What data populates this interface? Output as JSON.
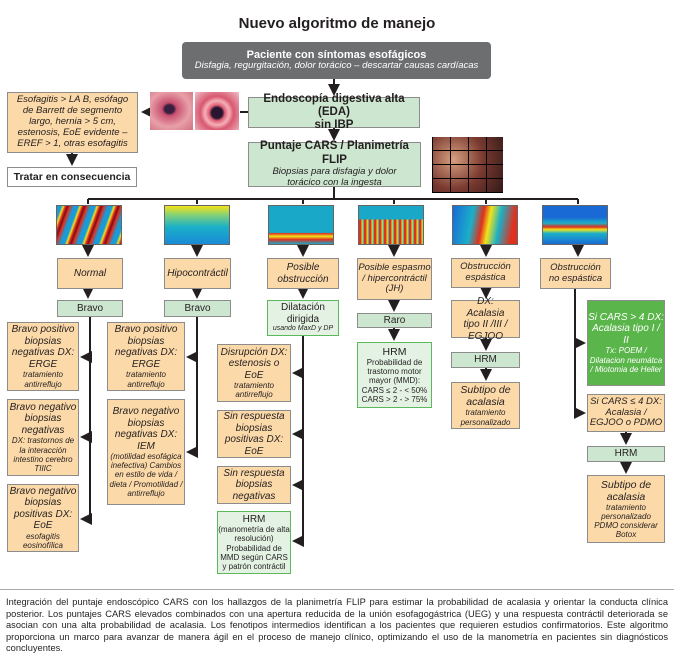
{
  "title": "Nuevo algoritmo de manejo",
  "start": {
    "title": "Paciente con síntomas esofágicos",
    "subtitle": "Disfagia, regurgitación, dolor torácico – descartar causas cardíacas"
  },
  "eda": {
    "line1": "Endoscopía digestiva alta (EDA)",
    "line2": "sin IBP"
  },
  "cars": {
    "title": "Puntaje CARS / Planimetría FLIP",
    "subtitle": "Biopsias para disfagia y dolor torácico con la ingesta"
  },
  "left": {
    "findings": "Esofagitis > LA B, esófago de Barrett de segmento largo, hernia > 5 cm, estenosis, EoE evidente – EREF > 1, otras esofagitis",
    "treat": "Tratar en consecuencia"
  },
  "columns": [
    {
      "label": "Normal",
      "next": "Bravo",
      "outcomes": [
        {
          "t": "Bravo positivo biopsias negativas DX: ERGE",
          "s": "tratamiento antirreflujo"
        },
        {
          "t": "Bravo negativo biopsias negativas",
          "s": "DX: trastornos de la interacción intestino cerebro TIIIC"
        },
        {
          "t": "Bravo negativo biopsias positivas DX: EoE",
          "s": "esofagitis eosinofílica"
        }
      ]
    },
    {
      "label": "Hipocontráctil",
      "next": "Bravo",
      "outcomes": [
        {
          "t": "Bravo positivo biopsias negativas DX: ERGE",
          "s": "tratamiento antirreflujo"
        },
        {
          "t": "Bravo negativo biopsias negativas DX: IEM",
          "s": "(motilidad esofágica inefectiva) Cambios en estilo de vida / dieta / Promotilidad / antirreflujo"
        }
      ]
    },
    {
      "label": "Posible obstrucción",
      "next": "Dilatación dirigida",
      "next_sub": "usando MaxD y DP",
      "outcomes": [
        {
          "t": "Disrupción DX: estenosis o EoE",
          "s": "tratamiento antirreflujo"
        },
        {
          "t": "Sin respuesta biopsias positivas DX: EoE",
          "s": ""
        },
        {
          "t": "Sin respuesta biopsias negativas",
          "s": ""
        }
      ],
      "hrm": {
        "t": "HRM",
        "s": "(manometría de alta resolución) Probabilidad de MMD según CARS y patrón contráctil"
      }
    },
    {
      "label": "Posible espasmo / hipercontráctil (JH)",
      "next": "Raro",
      "hrm": {
        "t": "HRM",
        "s": "Probabilidad de trastorno motor mayor (MMD): CARS ≤ 2 - < 50% CARS > 2 - > 75%"
      }
    },
    {
      "label": "Obstrucción espástica",
      "dx": "DX: Acalasia tipo II /III / EGJOO",
      "hrm": "HRM",
      "sub": {
        "t": "Subtipo de acalasia",
        "s": "tratamiento personalizado"
      }
    },
    {
      "label": "Obstrucción no espástica",
      "high": {
        "t": "Si CARS > 4 DX: Acalasia tipo I / II",
        "s": "Tx: POEM / Dilatacion neumátca / Miotomia de Heller"
      },
      "low": "Si CARS ≤ 4 DX: Acalasia / EGJOO o PDMO",
      "hrm": "HRM",
      "sub": {
        "t": "Subtipo de acalasia",
        "s": "tratamiento personalizado PDMO considerar Botox"
      }
    }
  ],
  "caption": "Integración del puntaje endoscópico CARS con los hallazgos de la planimetría FLIP para estimar la probabilidad de acalasia y orientar la conducta clínica posterior. Los puntajes CARS elevados combinados con una apertura reducida de la unión esofagogástrica (UEG) y una respuesta contráctil deteriorada se asocian con una alta probabilidad de acalasia. Los fenotipos intermedios identifican a los pacientes que requieren estudios confirmatorios. Este algoritmo proporciona un marco para avanzar de manera ágil en el proceso de manejo clínico, optimizando el uso de la manometría en pacientes sin diagnósticos concluyentes.",
  "colors": {
    "orange": "#fcd9a8",
    "green_light": "#cde6cf",
    "green_dark": "#5ab54b",
    "gray": "#6d6e70"
  }
}
